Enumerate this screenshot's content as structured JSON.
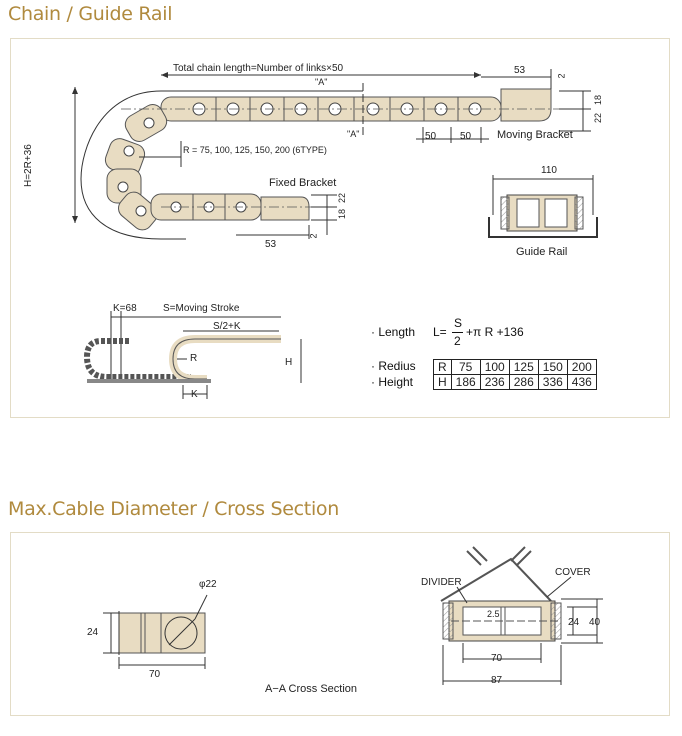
{
  "sections": {
    "chain_title": "Chain / Guide Rail",
    "cable_title": "Max.Cable Diameter / Cross Section"
  },
  "chain_diagram": {
    "total_length": "Total chain length=Number of links×50",
    "section_a_top": "\"A\"",
    "section_a_bottom": "\"A\"",
    "dim_53_top": "53",
    "dim_2_top": "2",
    "dim_18_top": "18",
    "dim_22_top": "22",
    "dim_50_a": "50",
    "dim_50_b": "50",
    "moving_bracket": "Moving Bracket",
    "height_formula": "H=2R+36",
    "radius_note": "R = 75, 100, 125, 150, 200 (6TYPE)",
    "fixed_bracket": "Fixed Bracket",
    "dim_22_bottom": "22",
    "dim_18_bottom": "18",
    "dim_53_bottom": "53",
    "dim_2_bottom": "2"
  },
  "guide_rail": {
    "width": "110",
    "label": "Guide Rail"
  },
  "stroke_diagram": {
    "k_label": "K=68",
    "stroke_label": "S=Moving Stroke",
    "half_stroke": "S/2+K",
    "r_label": "R",
    "h_label": "H",
    "k_bottom": "K"
  },
  "formula": {
    "length_label": "· Length",
    "l_eq": "L=",
    "s_num": "S",
    "s_den": "2",
    "rest": "+π R +136",
    "radius_label": "· Redius",
    "height_label": "· Height",
    "r_row": [
      "R",
      "75",
      "100",
      "125",
      "150",
      "200"
    ],
    "h_row": [
      "H",
      "186",
      "236",
      "286",
      "336",
      "436"
    ]
  },
  "cable_section": {
    "diameter": "φ22",
    "height": "24",
    "width": "70",
    "caption": "A−A Cross Section"
  },
  "cross_section": {
    "divider": "DIVIDER",
    "cover": "COVER",
    "gap": "2.5",
    "inner_h": "24",
    "outer_h": "40",
    "inner_w": "70",
    "outer_w": "87"
  },
  "colors": {
    "title": "#b08a3e",
    "panel_border": "#e3dcc6",
    "link_fill": "#e8dcc2",
    "link_stroke": "#555555"
  }
}
